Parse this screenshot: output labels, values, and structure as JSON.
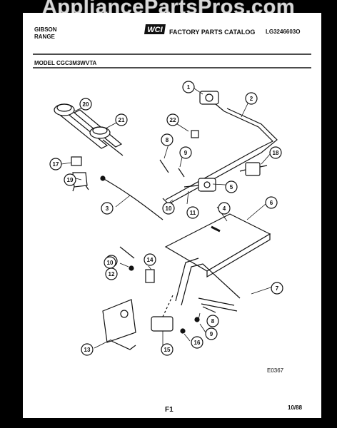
{
  "watermark": "AppliancePartsPros.com",
  "header": {
    "brand_line1": "GIBSON",
    "brand_line2": "RANGE",
    "logo_text": "WCI",
    "catalog_title": "FACTORY PARTS CATALOG",
    "catalog_number": "LG3246603O",
    "model_line": "MODEL CGC3M3WVTA"
  },
  "parts": [
    "1",
    "2",
    "3",
    "4",
    "5",
    "6",
    "7",
    "8",
    "9",
    "10",
    "11",
    "12",
    "13",
    "14",
    "15",
    "16",
    "17",
    "18",
    "19",
    "20",
    "21",
    "22"
  ],
  "footer": {
    "drawing_code": "E0367",
    "page_label": "F1",
    "date": "10/88"
  }
}
